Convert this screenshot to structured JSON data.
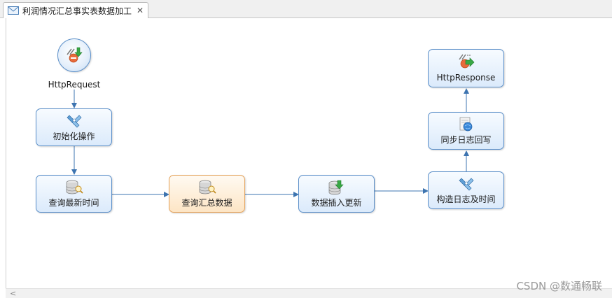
{
  "tab": {
    "title": "利润情况汇总事实表数据加工",
    "close": "✕"
  },
  "flow": {
    "start": {
      "label": "HttpRequest",
      "icon": "http-request-icon"
    },
    "nodes": [
      {
        "id": "init",
        "label": "初始化操作",
        "icon": "puzzle-icon"
      },
      {
        "id": "query-latest-time",
        "label": "查询最新时间",
        "icon": "database-search-icon"
      },
      {
        "id": "query-summary",
        "label": "查询汇总数据",
        "icon": "database-search-icon",
        "selected": true
      },
      {
        "id": "insert-update",
        "label": "数据插入更新",
        "icon": "database-insert-icon"
      },
      {
        "id": "build-log-time",
        "label": "构造日志及时间",
        "icon": "puzzle-icon"
      },
      {
        "id": "sync-log-write",
        "label": "同步日志回写",
        "icon": "log-globe-icon"
      },
      {
        "id": "http-response",
        "label": "HttpResponse",
        "icon": "http-response-icon"
      }
    ]
  },
  "scrollbar": {
    "left_arrow": "<"
  },
  "watermark": "CSDN @数通畅联"
}
